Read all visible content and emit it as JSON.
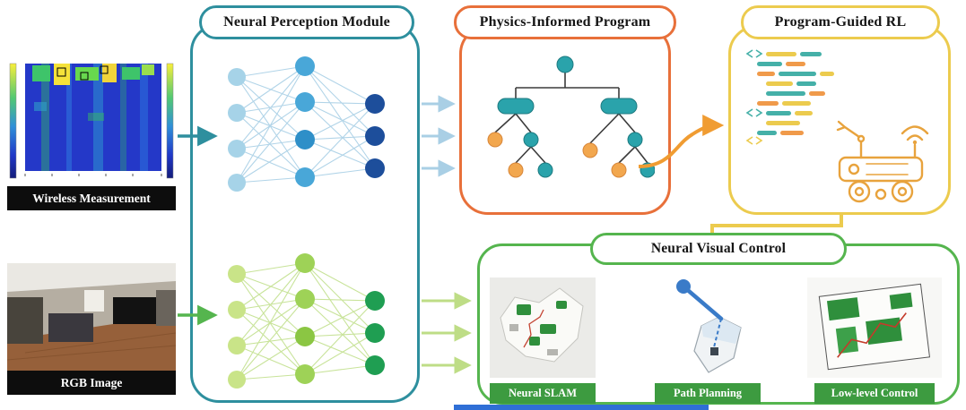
{
  "modules": {
    "perception": {
      "title": "Neural Perception Module",
      "accent_color": "#2e8f9e"
    },
    "physics": {
      "title": "Physics-Informed Program",
      "accent_color": "#e8703a"
    },
    "rl": {
      "title": "Program-Guided RL",
      "accent_color": "#eccb4e"
    },
    "visual_control": {
      "title": "Neural Visual Control",
      "accent_color": "#55b54e"
    }
  },
  "inputs": [
    {
      "label": "Wireless Measurement"
    },
    {
      "label": "RGB Image"
    }
  ],
  "visual_control_panels": [
    {
      "label": "Neural SLAM"
    },
    {
      "label": "Path Planning"
    },
    {
      "label": "Low-level Control"
    }
  ],
  "palette": {
    "wireless_arrow": "#2e8f9e",
    "rgb_arrow": "#55b54e",
    "perception_output_blue": "#a9cfe5",
    "perception_output_green": "#bedd86",
    "program_arrow": "#f09c32",
    "rl_connector": "#eccb4e",
    "input_label_bg": "#0d0d0d",
    "panel_label_bg": "#3d9b40",
    "nn_blue_layers": [
      "#a6d3e8",
      "#49a7d8",
      "#1d4e9b"
    ],
    "nn_green_layers": [
      "#c9e488",
      "#9ed257",
      "#1f9e52"
    ],
    "tree_node_teal": "#2aa3ab",
    "tree_node_orange": "#f2a74e",
    "robot_icon_color": "#e8a33d"
  }
}
